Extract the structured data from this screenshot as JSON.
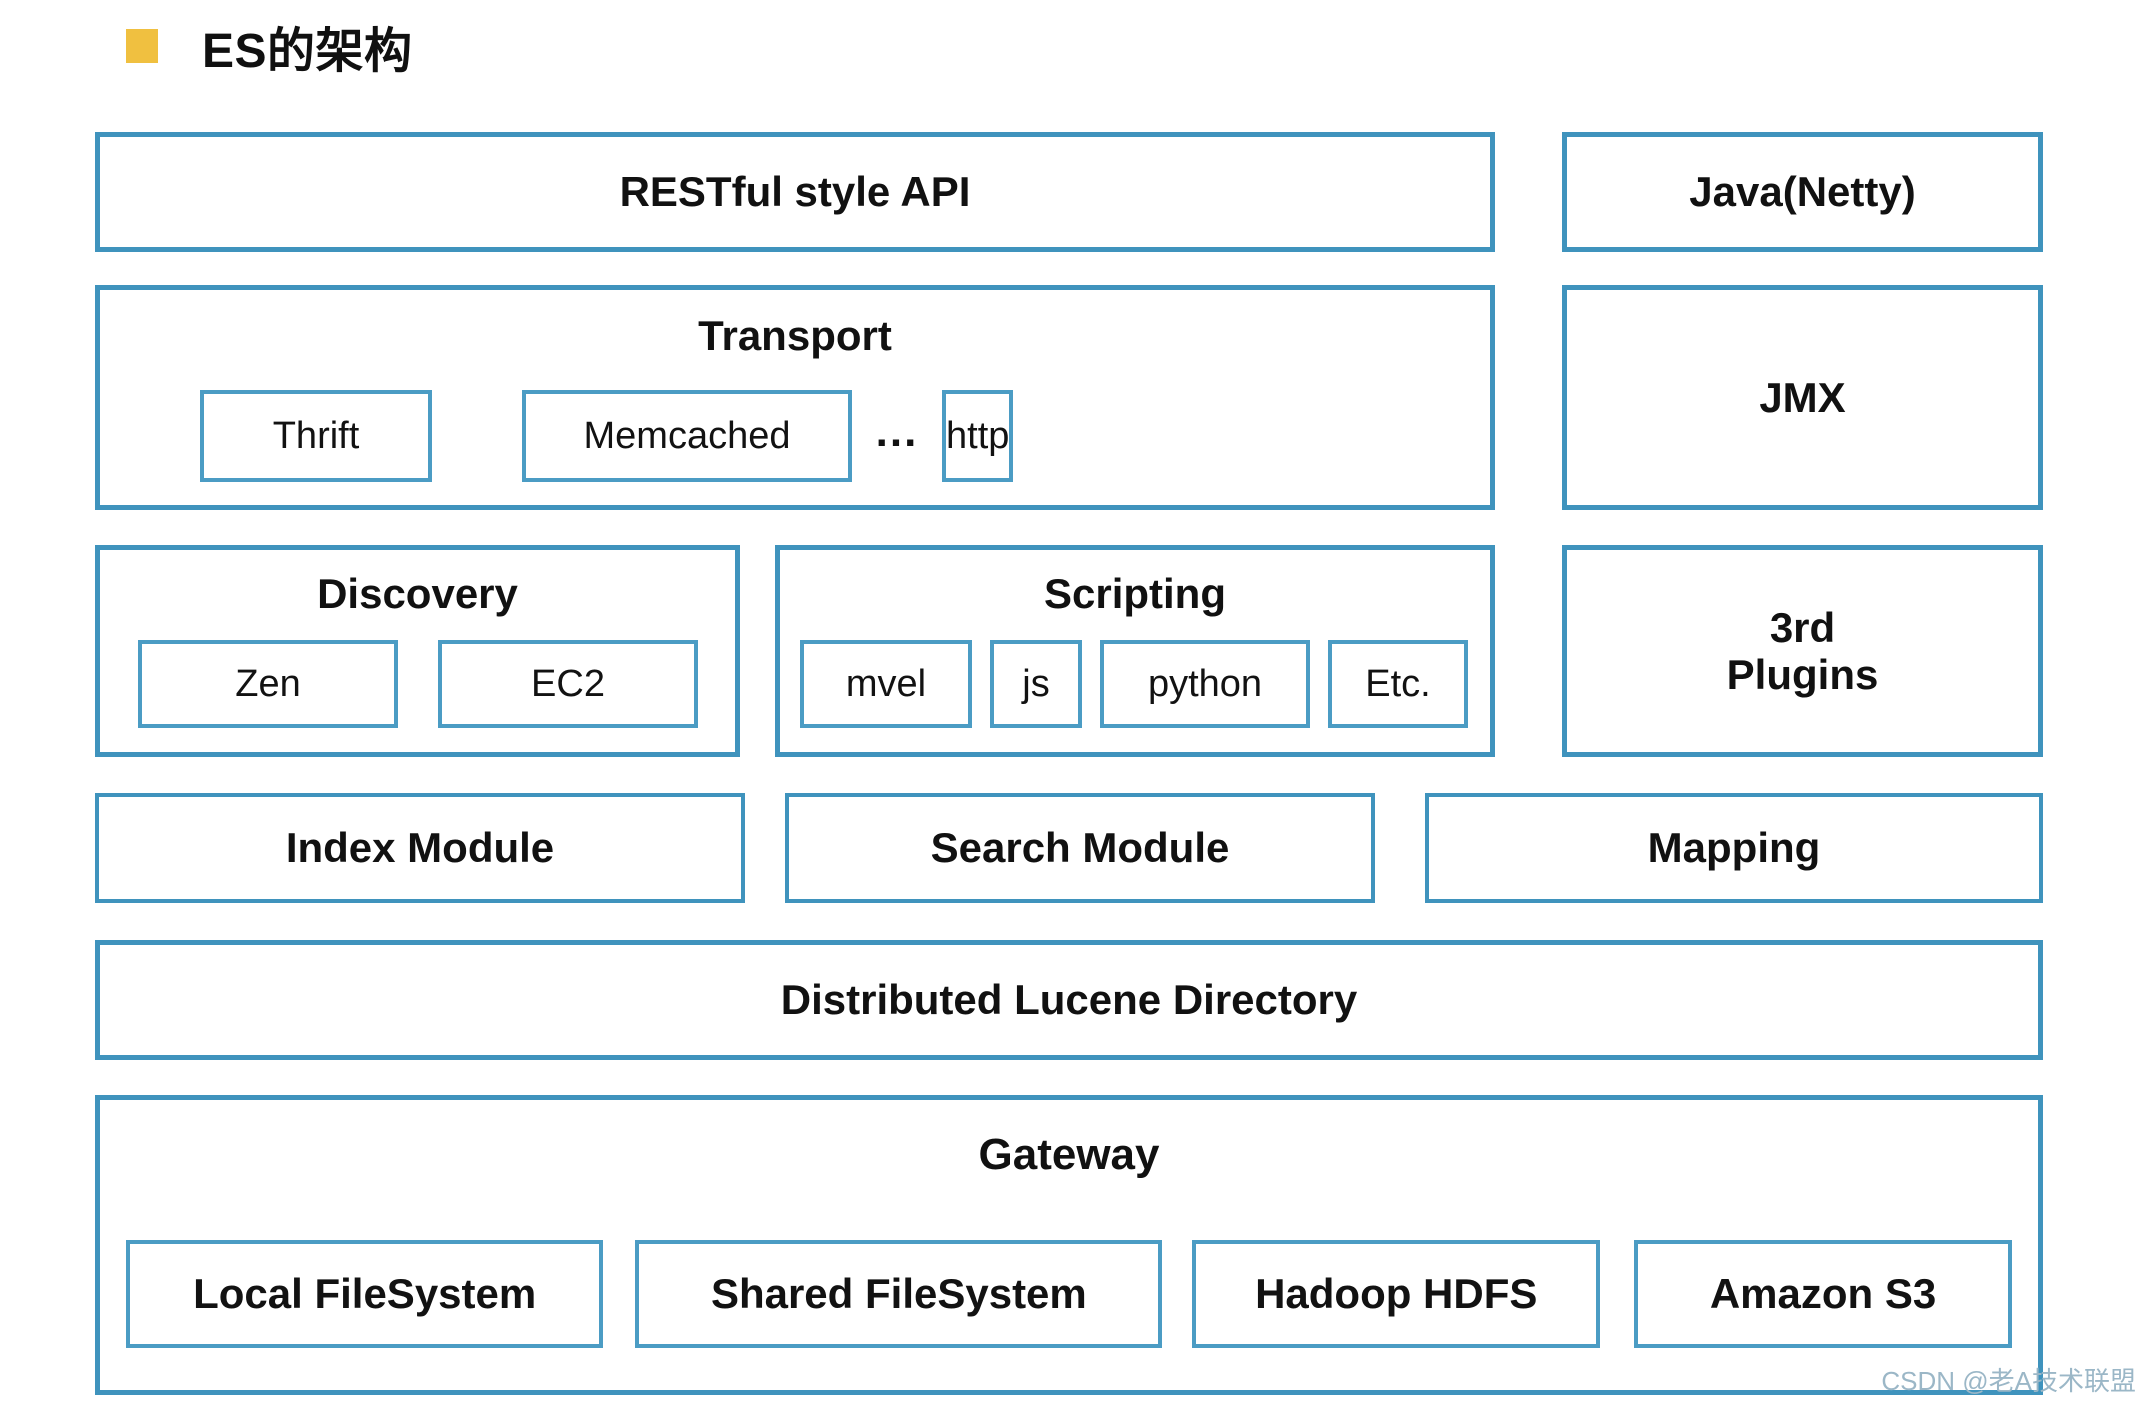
{
  "title": {
    "text": "ES的架构",
    "bullet_color": "#F0C040"
  },
  "theme": {
    "box_border_color": "#3f93bd",
    "child_border_color": "#4b9cc4",
    "background": "#ffffff",
    "text_color": "#111111"
  },
  "rows": [
    {
      "id": "row-api",
      "left_box": {
        "label": "RESTful style API"
      },
      "right_box": {
        "label": "Java(Netty)"
      }
    },
    {
      "id": "row-transport",
      "left_box": {
        "label": "Transport",
        "children": [
          "Thrift",
          "Memcached",
          "http"
        ],
        "separator": "..."
      },
      "right_box": {
        "label": "JMX"
      }
    },
    {
      "id": "row-discovery-scripting",
      "left_box": {
        "label": "Discovery",
        "children": [
          "Zen",
          "EC2"
        ]
      },
      "mid_box": {
        "label": "Scripting",
        "children": [
          "mvel",
          "js",
          "python",
          "Etc."
        ]
      },
      "right_box": {
        "label": "3rd\nPlugins"
      }
    },
    {
      "id": "row-modules",
      "left_box": {
        "label": "Index Module"
      },
      "mid_box": {
        "label": "Search Module"
      },
      "right_box": {
        "label": "Mapping"
      }
    },
    {
      "id": "row-lucene",
      "full_box": {
        "label": "Distributed Lucene Directory"
      }
    },
    {
      "id": "row-gateway",
      "full_box": {
        "label": "Gateway",
        "children": [
          "Local FileSystem",
          "Shared FileSystem",
          "Hadoop HDFS",
          "Amazon S3"
        ]
      }
    }
  ],
  "watermark": "CSDN @老A技术联盟"
}
